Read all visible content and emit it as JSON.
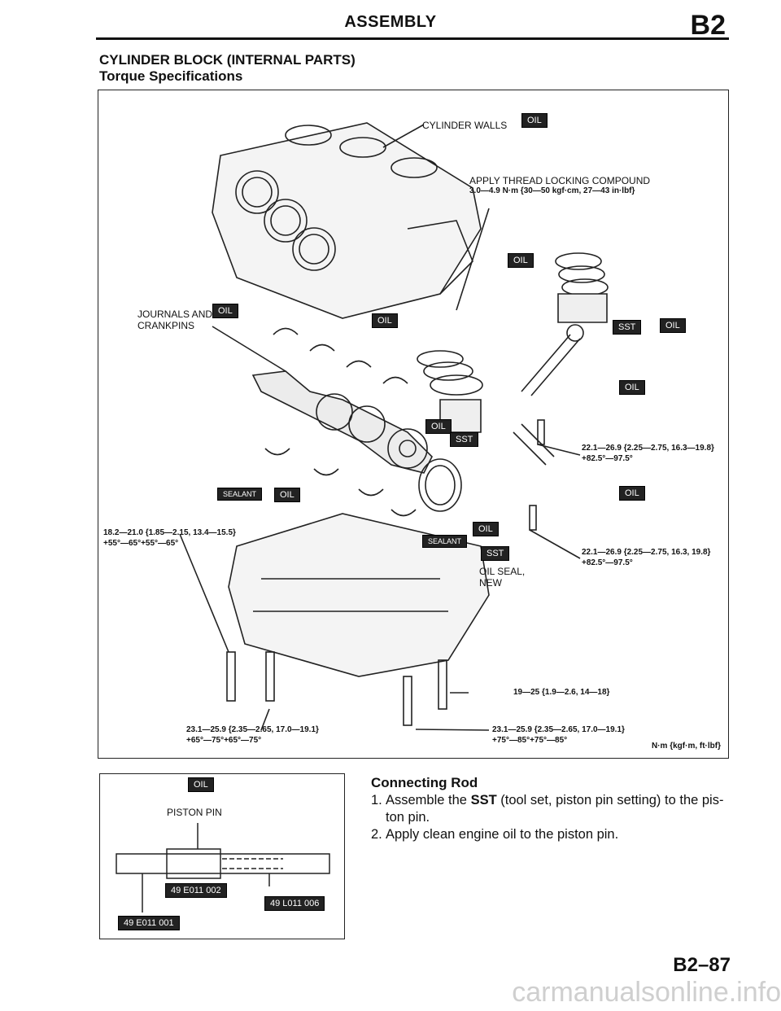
{
  "header": {
    "title": "ASSEMBLY",
    "section_code": "B2"
  },
  "section": {
    "title": "CYLINDER BLOCK (INTERNAL PARTS)",
    "subtitle": "Torque Specifications"
  },
  "figure_main": {
    "labels": {
      "cylinder_walls": "CYLINDER WALLS",
      "thread_locking": "APPLY THREAD LOCKING COMPOUND",
      "thread_locking_torque": "3.0—4.9 N·m {30—50 kgf·cm, 27—43 in·lbf}",
      "journals": "JOURNALS AND",
      "crankpins": "CRANKPINS",
      "oil_seal": "OIL SEAL,",
      "oil_seal_new": "NEW",
      "unit_note": "N·m {kgf·m, ft·lbf}"
    },
    "torques": {
      "rod_upper_1": "22.1—26.9 {2.25—2.75, 16.3—19.8}",
      "rod_upper_2": "+82.5°—97.5°",
      "rod_lower_1": "22.1—26.9 {2.25—2.75, 16.3, 19.8}",
      "rod_lower_2": "+82.5°—97.5°",
      "bedplate_1": "18.2—21.0 {1.85—2.15, 13.4—15.5}",
      "bedplate_2": "+55°—65°+55°—65°",
      "main_bolt_left_1": "23.1—25.9 {2.35—2.65, 17.0—19.1}",
      "main_bolt_left_2": "+65°—75°+65°—75°",
      "main_bolt_right_1": "23.1—25.9 {2.35—2.65, 17.0—19.1}",
      "main_bolt_right_2": "+75°—85°+75°—85°",
      "side_bolt": "19—25 {1.9—2.6, 14—18}"
    },
    "badges": {
      "oil": "OIL",
      "sst": "SST",
      "sealant": "SEALANT"
    }
  },
  "figure_small": {
    "piston_pin": "PISTON PIN",
    "badges": [
      "49 E011 002",
      "49 L011 006",
      "49 E011 001"
    ]
  },
  "connecting_rod": {
    "title": "Connecting Rod",
    "steps": [
      {
        "n": "1.",
        "pre": "Assemble the ",
        "bold": "SST",
        "post": " (tool set, piston pin setting) to the pis-ton pin."
      },
      {
        "n": "2.",
        "pre": "Apply clean engine oil to the piston pin.",
        "bold": "",
        "post": ""
      }
    ]
  },
  "page_number": "B2–87",
  "watermark": "carmanualsonline.info"
}
